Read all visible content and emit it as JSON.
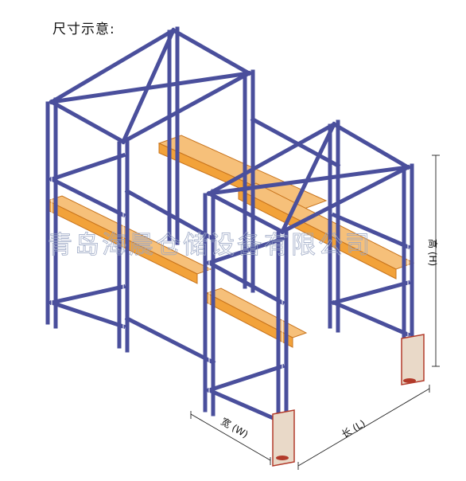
{
  "header": {
    "title": "尺寸示意:"
  },
  "watermark": {
    "text": "青岛海晨仓储设备有限公司"
  },
  "dimensions": {
    "width_label": "宽 (W)",
    "length_label": "长 (L)",
    "height_label": "高 (H)"
  },
  "colors": {
    "frame": "#4a4f9c",
    "frame_dark": "#2e3278",
    "beam": "#f2a23a",
    "beam_light": "#fbd9a6",
    "base": "#e9d9c8"
  }
}
